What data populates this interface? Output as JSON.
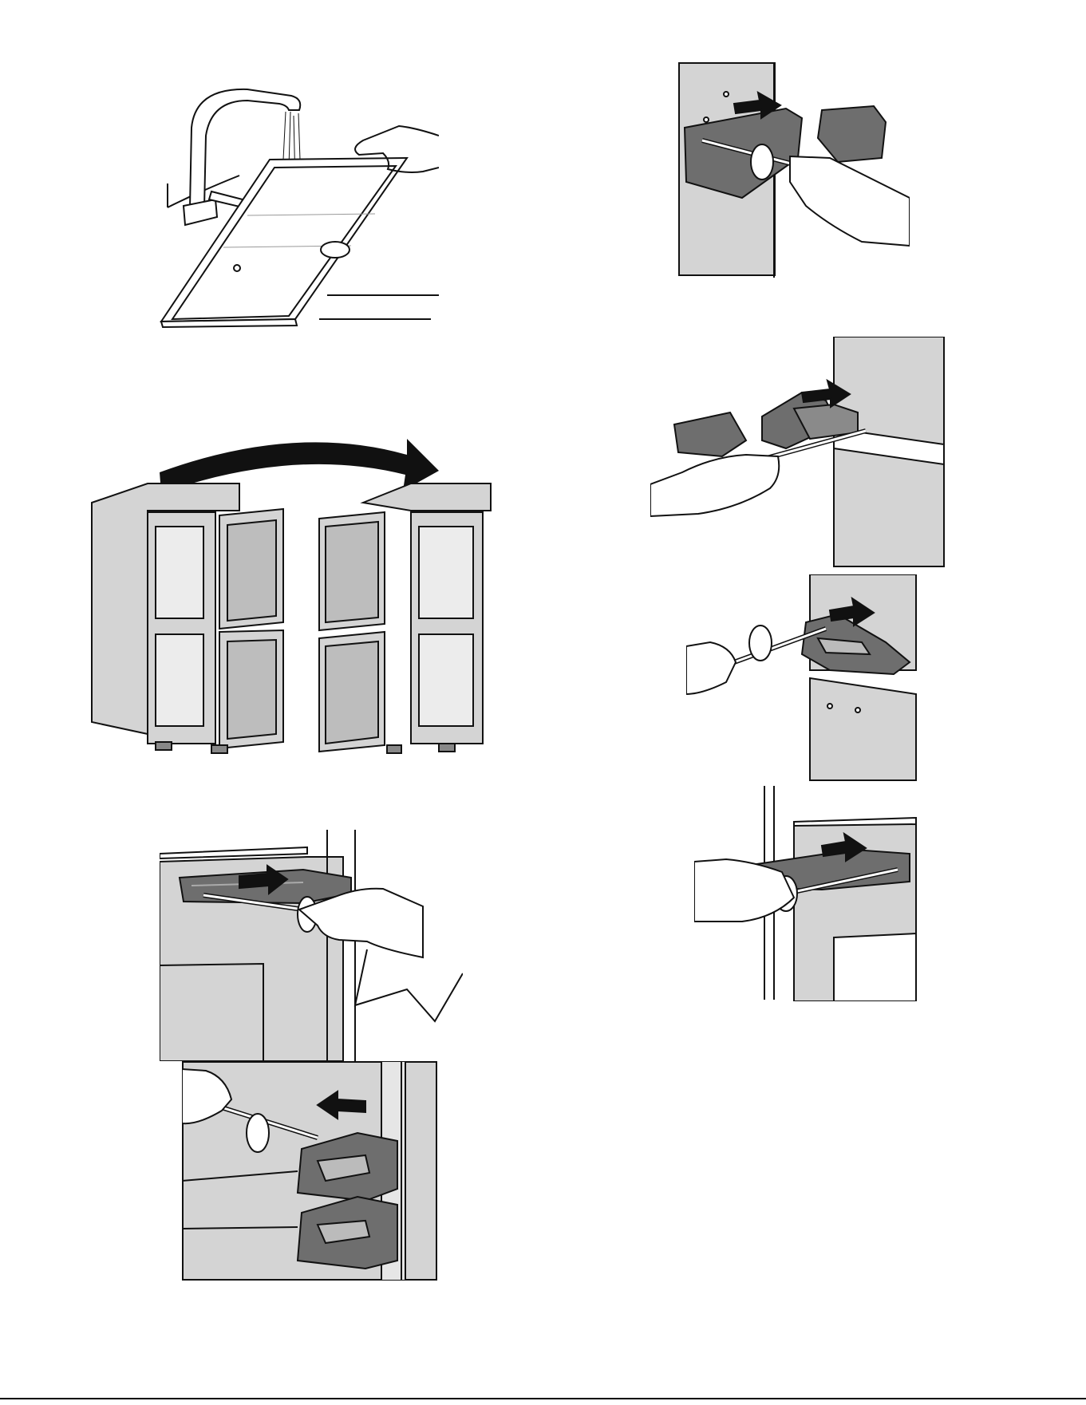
{
  "page": {
    "figures": [
      {
        "name": "shelf-rinse",
        "icon": "glass-shelf-under-faucet-illustration"
      },
      {
        "name": "door-reversal",
        "icon": "fridge-door-swap-illustration"
      },
      {
        "name": "top-hinge-remove",
        "icon": "screwdriver-hinge-removal-illustration"
      },
      {
        "name": "lower-hinge-remove",
        "icon": "screwdriver-hinge-removal-illustration"
      },
      {
        "name": "hinge-install-top",
        "icon": "screwdriver-hinge-install-illustration"
      },
      {
        "name": "hinge-install-cabinet",
        "icon": "screwdriver-hinge-install-illustration"
      },
      {
        "name": "hinge-install-middle",
        "icon": "screwdriver-hinge-install-illustration"
      },
      {
        "name": "hinge-install-bottom",
        "icon": "screwdriver-hinge-install-illustration"
      }
    ],
    "colors": {
      "panel": "#d4d4d4",
      "hinge": "#6e6e6e",
      "line": "#111111",
      "arrow": "#111111"
    }
  }
}
